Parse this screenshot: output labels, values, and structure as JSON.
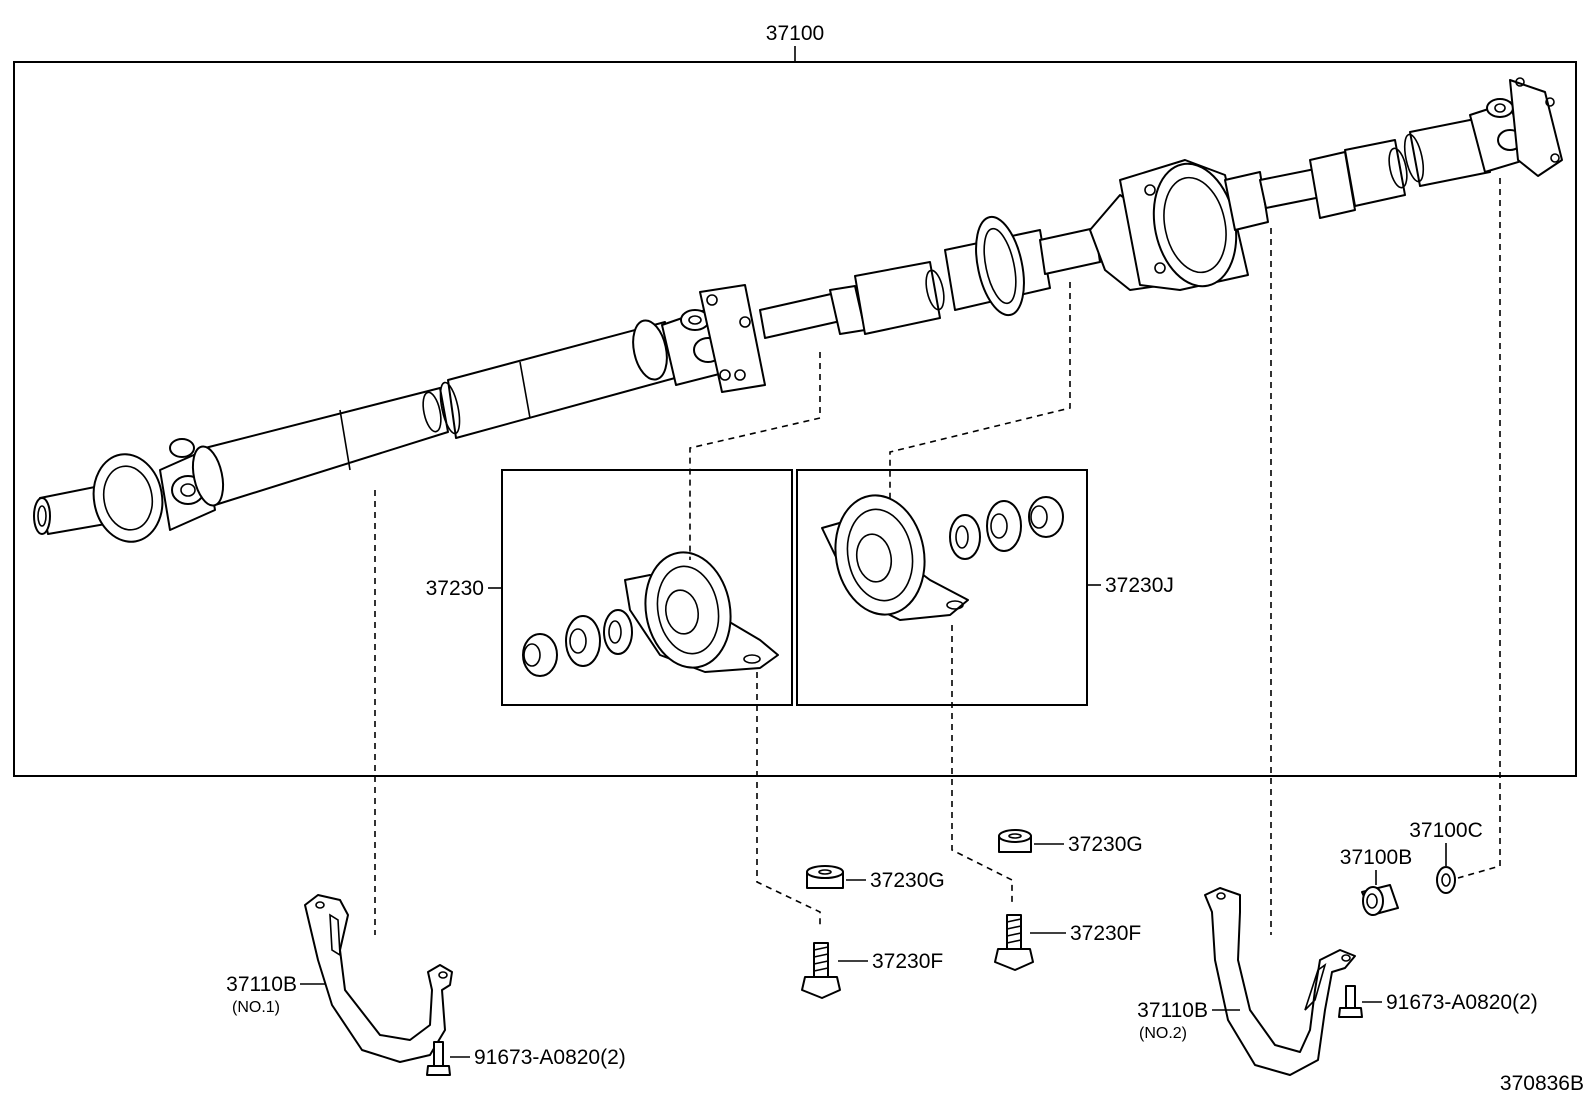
{
  "diagram_id": "370836B",
  "assembly_label": "37100",
  "callouts": {
    "center_bearing_1": "37230",
    "center_bearing_2": "37230J",
    "cushion_left": "37230G",
    "cushion_right": "37230G",
    "bolt_left": "37230F",
    "bolt_right": "37230F",
    "bracket_1": "37110B",
    "bracket_1_note": "(NO.1)",
    "bracket_2": "37110B",
    "bracket_2_note": "(NO.2)",
    "bolt_bracket_1": "91673-A0820(2)",
    "bolt_bracket_2": "91673-A0820(2)",
    "sleeve": "37100B",
    "washer": "37100C"
  },
  "icons": [
    "propeller-shaft-icon",
    "universal-joint-icon",
    "center-bearing-icon",
    "bracket-icon",
    "bolt-icon",
    "cushion-icon",
    "washer-icon"
  ]
}
